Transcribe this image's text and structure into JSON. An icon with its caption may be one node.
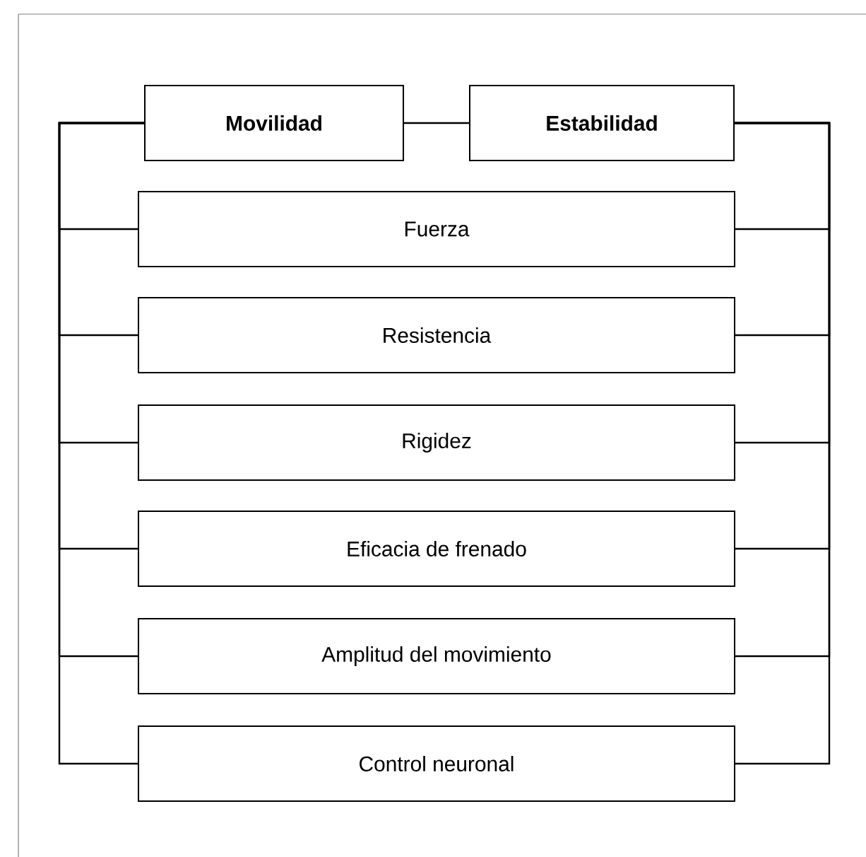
{
  "diagram": {
    "nodes": [
      {
        "text": [
          "Movilidad"
        ]
      },
      {
        "text": [
          "Estabilidad"
        ]
      },
      {
        "text": [
          "Fuerza"
        ]
      },
      {
        "text": [
          "Resistencia"
        ]
      },
      {
        "text": [
          "Rigidez"
        ]
      },
      {
        "text": [
          "Eficacia de frenado"
        ]
      },
      {
        "text": [
          "Amplitud del movimiento"
        ]
      },
      {
        "text": [
          "Control neuronal"
        ]
      }
    ],
    "edges": [
      {
        "from": 0,
        "to": 1,
        "arrow": "none"
      },
      {
        "from": 0,
        "to": 2,
        "arrow": "none"
      },
      {
        "from": 0,
        "to": 3,
        "arrow": "none"
      },
      {
        "from": 0,
        "to": 4,
        "arrow": "none"
      },
      {
        "from": 0,
        "to": 5,
        "arrow": "none"
      },
      {
        "from": 0,
        "to": 6,
        "arrow": "none"
      },
      {
        "from": 0,
        "to": 7,
        "arrow": "none"
      },
      {
        "from": 1,
        "to": 2,
        "arrow": "none"
      },
      {
        "from": 1,
        "to": 3,
        "arrow": "none"
      },
      {
        "from": 1,
        "to": 4,
        "arrow": "none"
      },
      {
        "from": 1,
        "to": 5,
        "arrow": "none"
      },
      {
        "from": 1,
        "to": 6,
        "arrow": "none"
      },
      {
        "from": 1,
        "to": 7,
        "arrow": "none"
      }
    ]
  }
}
